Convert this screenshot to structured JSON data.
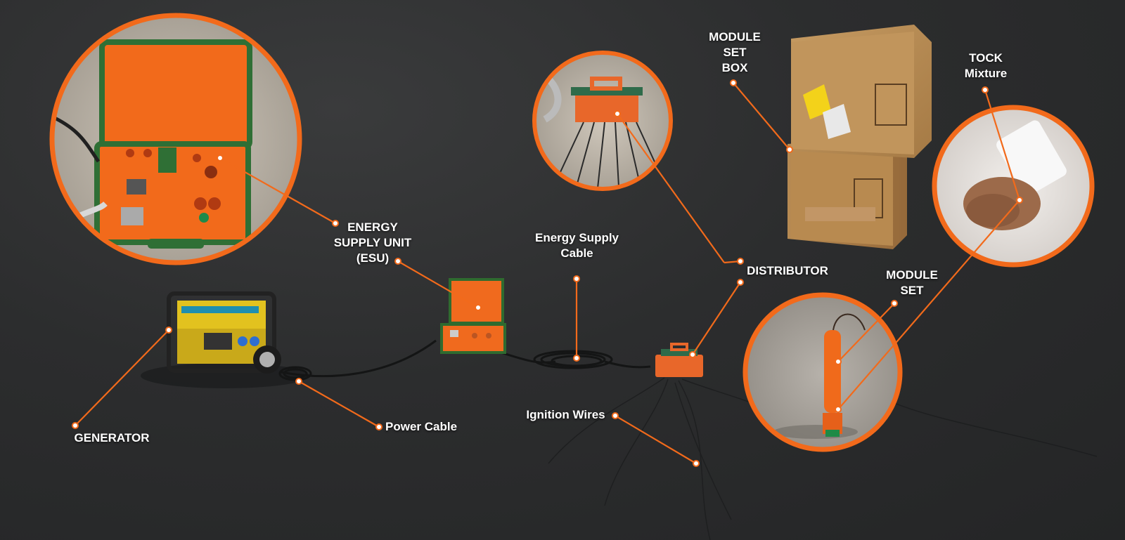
{
  "colors": {
    "accent": "#f26a1b",
    "background": "#2b2c2d",
    "label_text": "#ffffff"
  },
  "labels": {
    "generator": [
      "GENERATOR"
    ],
    "power_cable": [
      "Power Cable"
    ],
    "esu": [
      "ENERGY",
      "SUPPLY UNIT",
      "(ESU)"
    ],
    "energy_supply_cable": [
      "Energy Supply",
      "Cable"
    ],
    "ignition_wires": [
      "Ignition Wires"
    ],
    "distributor": [
      "DISTRIBUTOR"
    ],
    "module_set_box": [
      "MODULE",
      "SET",
      "BOX"
    ],
    "tock_mixture": [
      "TOCK",
      "Mixture"
    ],
    "module_set": [
      "MODULE",
      "SET"
    ]
  }
}
